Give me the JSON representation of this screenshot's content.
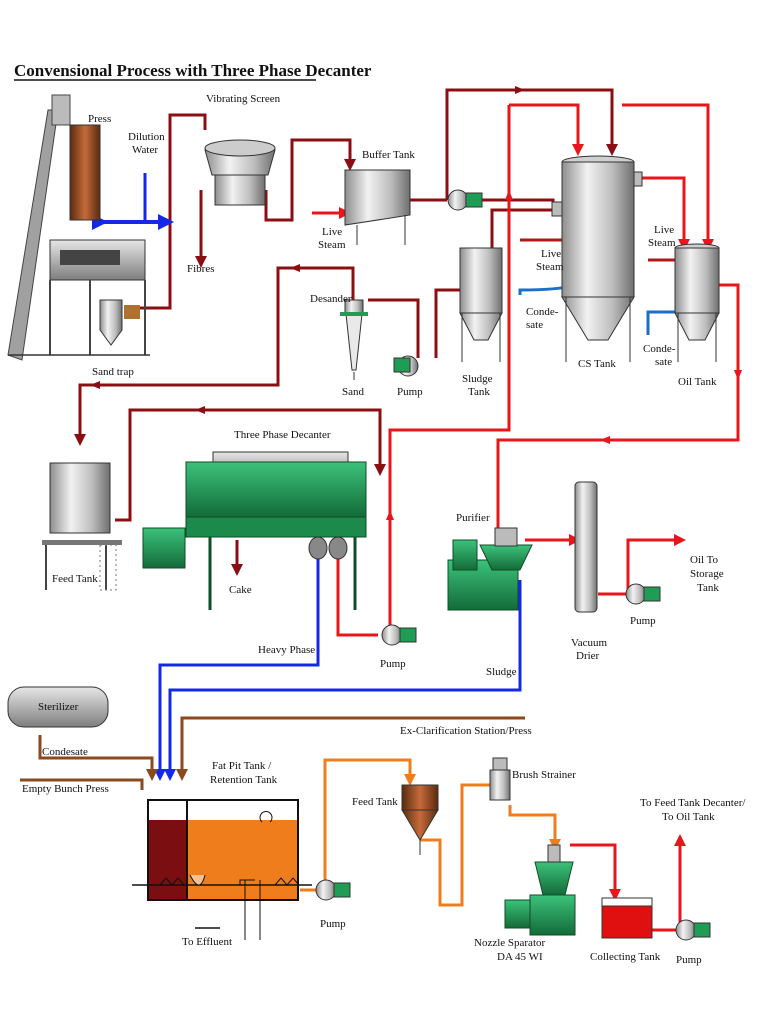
{
  "title": "Convensional Process with Three Phase Decanter",
  "colors": {
    "steam": "#e8161b",
    "oil": "#8b0f12",
    "heavy_phase": "#1428e6",
    "condensate": "#8b4a1e",
    "sludge_line": "#f07d1c",
    "decanter": "#1f9d55",
    "fat_pit_oil": "#7a0e10",
    "fat_pit_water": "#f07d1c",
    "collecting_tank": "#e01010"
  },
  "labels": {
    "press": "Press",
    "dilution_water": "Dilution\nWater",
    "vibrating_screen": "Vibrating Screen",
    "fibres": "Fibres",
    "buffer_tank": "Buffer Tank",
    "live_steam_1": "Live\nSteam",
    "sand_trap": "Sand trap",
    "desander": "Desander",
    "sand": "Sand",
    "pump_1": "Pump",
    "sludge_tank": "Sludge\nTank",
    "live_steam_2": "Live\nSteam",
    "condensate_1": "Conde-\nsate",
    "cs_tank": "CS Tank",
    "live_steam_3": "Live\nSteam",
    "condensate_2": "Conde-\nsate",
    "oil_tank": "Oil Tank",
    "three_phase_decanter": "Three Phase Decanter",
    "feed_tank_1": "Feed Tank",
    "cake": "Cake",
    "purifier": "Purifier",
    "vacuum_drier": "Vacuum\nDrier",
    "oil_to_storage": "Oil To\nStorage\nTank",
    "pump_2": "Pump",
    "pump_3": "Pump",
    "heavy_phase": "Heavy Phase",
    "sludge": "Sludge",
    "sterilizer": "Sterilizer",
    "condesate": "Condesate",
    "empty_bunch_press": "Empty Bunch Press",
    "ex_clarification": "Ex-Clarification Station/Press",
    "fat_pit_tank": "Fat Pit Tank /\nRetention Tank",
    "feed_tank_2": "Feed Tank",
    "brush_strainer": "Brush Strainer",
    "to_feed_tank": "To Feed Tank Decanter/\nTo Oil Tank",
    "to_effluent": "To Effluent",
    "pump_4": "Pump",
    "nozzle_separator": "Nozzle Sparator\nDA 45 WI",
    "collecting_tank": "Collecting  Tank",
    "pump_5": "Pump"
  }
}
